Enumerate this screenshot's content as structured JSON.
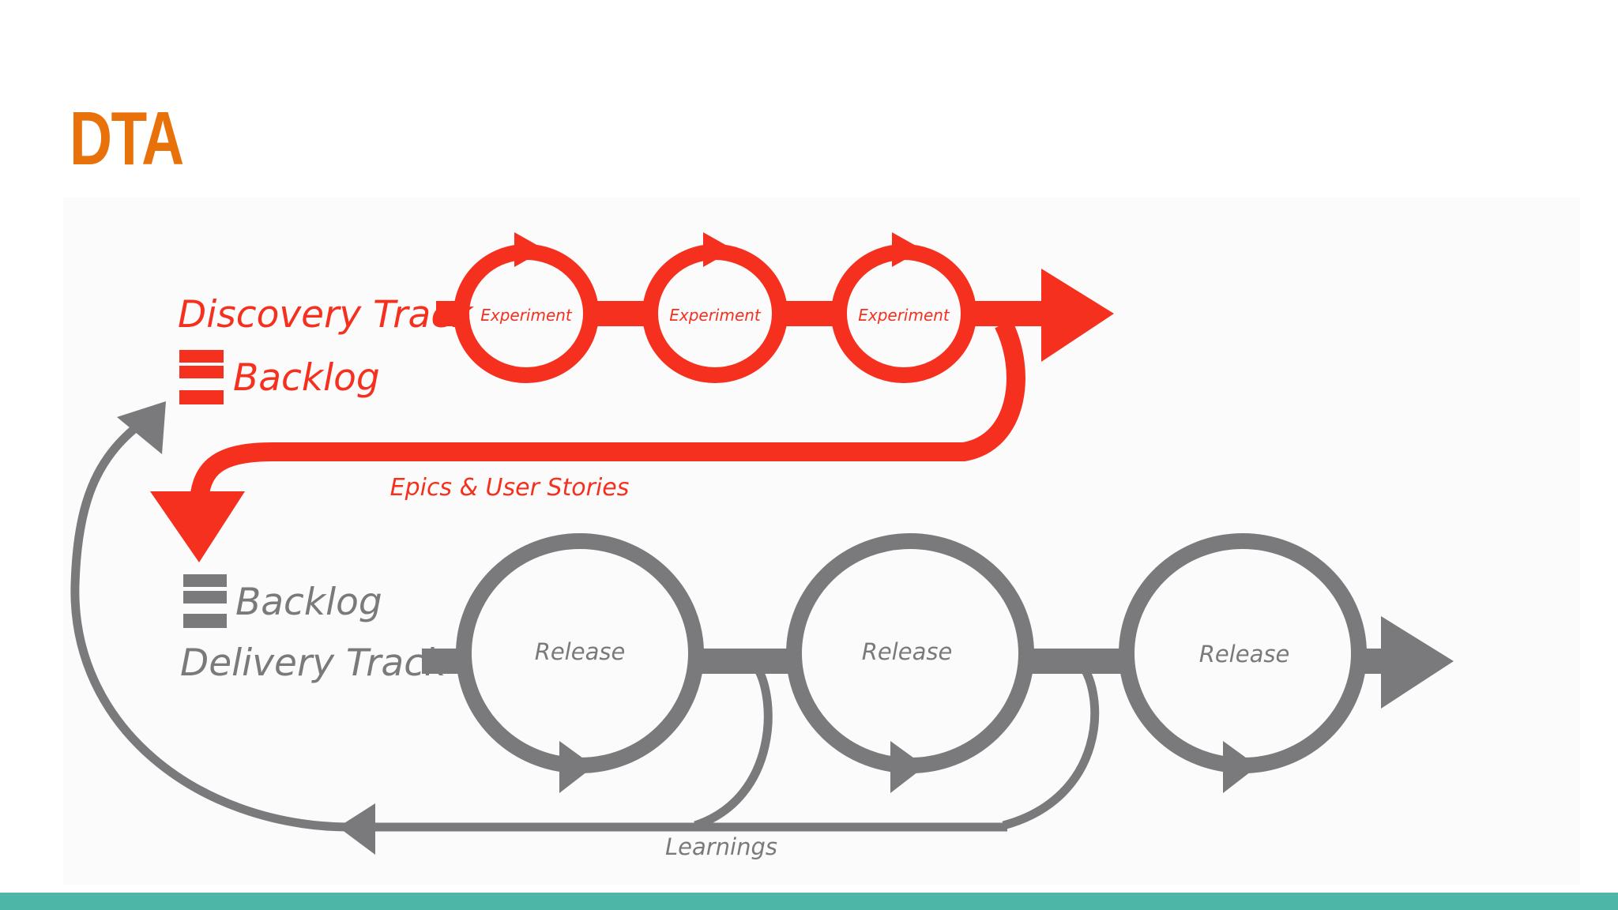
{
  "slide": {
    "title": "DTA",
    "accent_color": "#e8710a",
    "footer_bar_color": "#4db6a7"
  },
  "diagram": {
    "colors": {
      "discovery": "#f5301f",
      "delivery": "#7a797b"
    },
    "discovery": {
      "track_label": "Discovery Track",
      "backlog_label": "Backlog",
      "experiments": [
        "Experiment",
        "Experiment",
        "Experiment"
      ],
      "handoff_label": "Epics & User Stories"
    },
    "delivery": {
      "backlog_label": "Backlog",
      "track_label": "Delivery Track",
      "releases": [
        "Release",
        "Release",
        "Release"
      ],
      "feedback_label": "Learnings"
    }
  }
}
